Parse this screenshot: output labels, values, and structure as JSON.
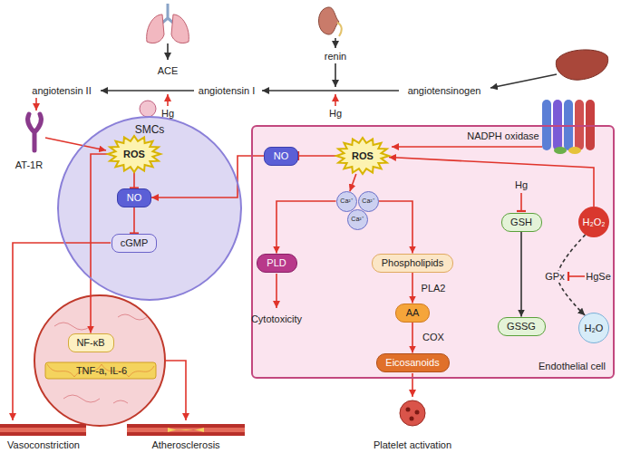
{
  "diagram": {
    "nodes": [
      {
        "text": [
          "SMCs"
        ]
      },
      {
        "text": [
          "ROS"
        ],
        "in": 0
      },
      {
        "text": [
          "NO"
        ],
        "in": 0
      },
      {
        "text": [
          "cGMP"
        ],
        "in": 0
      },
      {
        "text": [
          "NF-κB"
        ]
      },
      {
        "text": [
          "Endothelial cell"
        ]
      },
      {
        "text": [
          "NO"
        ],
        "in": 5
      },
      {
        "text": [
          "ROS"
        ],
        "in": 5
      },
      {
        "text": [
          "Ca²⁺"
        ],
        "in": 5
      },
      {
        "text": [
          "Ca²⁺"
        ],
        "in": 5
      },
      {
        "text": [
          "Ca²⁺"
        ],
        "in": 5
      },
      {
        "text": [
          "PLD"
        ],
        "in": 5
      },
      {
        "text": [
          "Phospholipids"
        ],
        "in": 5
      },
      {
        "text": [
          "AA"
        ],
        "in": 5
      },
      {
        "text": [
          "Eicosanoids"
        ],
        "in": 5
      },
      {
        "text": [
          "GSH"
        ],
        "in": 5
      },
      {
        "text": [
          "GSSG"
        ],
        "in": 5
      },
      {
        "text": [
          "H₂O₂"
        ],
        "in": 5
      },
      {
        "text": [
          "H₂O"
        ],
        "in": 5
      }
    ],
    "edges": [
      {
        "from": 1,
        "to": 2,
        "arrow": "to"
      },
      {
        "from": 2,
        "to": 3,
        "arrow": "to"
      },
      {
        "from": 1,
        "to": 4,
        "arrow": "to"
      },
      {
        "from": 7,
        "to": 6,
        "arrow": "to"
      },
      {
        "from": 6,
        "to": 2,
        "arrow": "to"
      },
      {
        "from": 7,
        "to": 8,
        "arrow": "to"
      },
      {
        "from": 8,
        "to": 11,
        "arrow": "to"
      },
      {
        "from": 9,
        "to": 12,
        "arrow": "to"
      },
      {
        "from": 12,
        "to": 13,
        "label": "PLA2",
        "arrow": "to"
      },
      {
        "from": 13,
        "to": 14,
        "label": "COX",
        "arrow": "to"
      },
      {
        "from": 15,
        "to": 16,
        "arrow": "to"
      },
      {
        "from": 17,
        "to": 7,
        "arrow": "to"
      },
      {
        "from": 17,
        "to": 18,
        "label": "GPx",
        "arrow": "to"
      }
    ],
    "labels": [
      "angiotensin II",
      "ACE",
      "angiotensin I",
      "renin",
      "angiotensinogen",
      "Hg",
      "Hg",
      "AT-1R",
      "NADPH oxidase",
      "Cytotoxicity",
      "Hg",
      "HgSe",
      "TNF-a, IL-6",
      "Vasoconstriction",
      "Atherosclerosis",
      "Platelet activation"
    ]
  }
}
